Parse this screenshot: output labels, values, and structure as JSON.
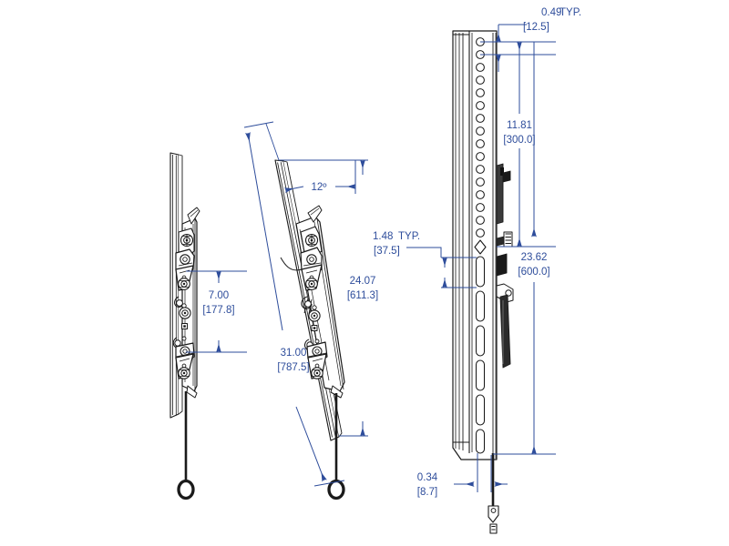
{
  "drawing": {
    "title": "TV wall mount tilt bracket technical drawing",
    "line_color": "#000000",
    "dimension_color": "#2e4d9b",
    "background": "#ffffff",
    "views": [
      {
        "name": "left-side-view-flat",
        "label": ""
      },
      {
        "name": "center-side-view-tilted",
        "label": ""
      },
      {
        "name": "right-front-view-wallplate",
        "label": ""
      }
    ]
  },
  "dimensions": {
    "left_view": {
      "hole_spacing": {
        "inch": "7.00",
        "mm": "[177.8]"
      }
    },
    "center_view": {
      "tilt_angle": "12º",
      "bracket_height": {
        "inch": "24.07",
        "mm": "[611.3]"
      },
      "tilted_extent": {
        "inch": "31.00",
        "mm": "[787.5]"
      }
    },
    "right_view": {
      "top_offset": {
        "inch": "0.49",
        "typ": "TYP.",
        "mm": "[12.5]"
      },
      "upper_span": {
        "inch": "11.81",
        "mm": "[300.0]"
      },
      "slot_pitch": {
        "inch": "1.48",
        "typ": "TYP.",
        "mm": "[37.5]"
      },
      "total_span": {
        "inch": "23.62",
        "mm": "[600.0]"
      },
      "plate_thickness": {
        "inch": "0.34",
        "mm": "[8.7]"
      }
    }
  }
}
